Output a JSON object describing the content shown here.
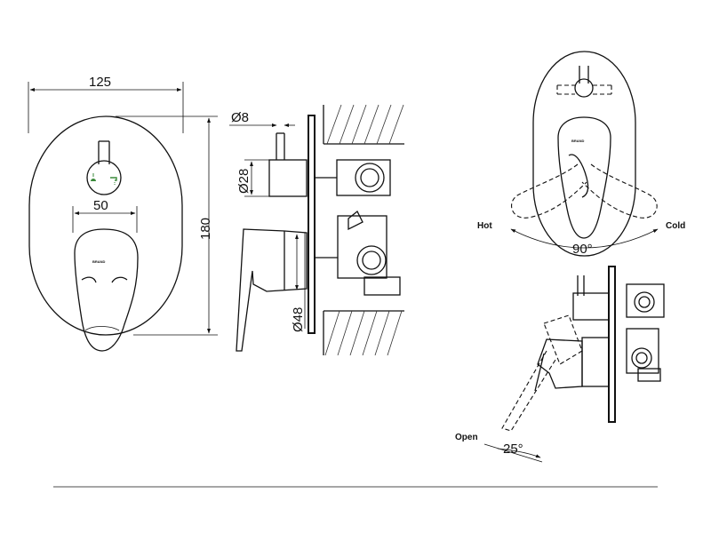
{
  "front_view": {
    "width_dim": "125",
    "height_dim": "180",
    "lever_width_dim": "50",
    "logo": "BRAND"
  },
  "side_view": {
    "diversion_dia": "Ø8",
    "knob_dia": "Ø28",
    "body_dia": "Ø48"
  },
  "rotation_view": {
    "hot_label": "Hot",
    "cold_label": "Cold",
    "angle_label": "90°",
    "logo": "BRAND"
  },
  "open_view": {
    "open_label": "Open",
    "angle_label": "25°"
  }
}
